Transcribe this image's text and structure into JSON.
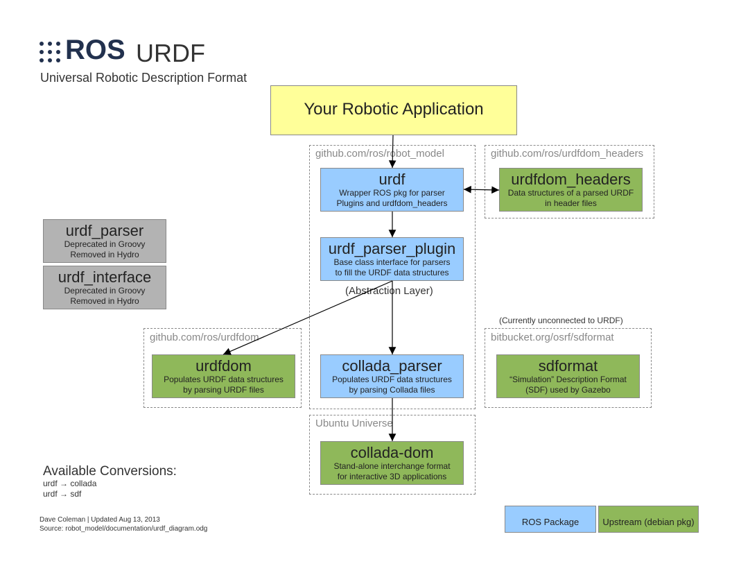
{
  "header": {
    "logo_text": "ROS",
    "title": "URDF",
    "subtitle": "Universal Robotic Description Format"
  },
  "regions": {
    "robot_model": "github.com/ros/robot_model",
    "urdfdom_headers": "github.com/ros/urdfdom_headers",
    "urdfdom": "github.com/ros/urdfdom",
    "sdformat": "bitbucket.org/osrf/sdformat",
    "ubuntu": "Ubuntu Universe"
  },
  "boxes": {
    "app": {
      "name": "Your Robotic Application"
    },
    "urdf": {
      "name": "urdf",
      "desc1": "Wrapper ROS pkg for parser",
      "desc2": "Plugins and urdfdom_headers"
    },
    "urdfdom_headers": {
      "name": "urdfdom_headers",
      "desc1": "Data structures of a parsed URDF",
      "desc2": "in header files"
    },
    "urdf_parser_plugin": {
      "name": "urdf_parser_plugin",
      "desc1": "Base class interface for parsers",
      "desc2": "to fill the URDF data structures"
    },
    "urdf_parser": {
      "name": "urdf_parser",
      "desc1": "Deprecated in Groovy",
      "desc2": "Removed in Hydro"
    },
    "urdf_interface": {
      "name": "urdf_interface",
      "desc1": "Deprecated in Groovy",
      "desc2": "Removed in Hydro"
    },
    "urdfdom": {
      "name": "urdfdom",
      "desc1": "Populates URDF data structures",
      "desc2": "by parsing URDF files"
    },
    "collada_parser": {
      "name": "collada_parser",
      "desc1": "Populates URDF data structures",
      "desc2": "by parsing Collada files"
    },
    "sdformat": {
      "name": "sdformat",
      "desc1": "“Simulation” Description Format",
      "desc2": "(SDF) used by Gazebo"
    },
    "collada_dom": {
      "name": "collada-dom",
      "desc1": "Stand-alone interchange format",
      "desc2": "for interactive 3D applications"
    }
  },
  "notes": {
    "abstraction": "(Abstraction Layer)",
    "unconnected": "(Currently unconnected to URDF)"
  },
  "conversions": {
    "title": "Available Conversions:",
    "items": [
      "urdf → collada",
      "urdf → sdf"
    ]
  },
  "footer": {
    "line1": "Dave Coleman | Updated Aug 13, 2013",
    "line2": "Source: robot_model/documentation/urdf_diagram.odg"
  },
  "legend": {
    "ros_package": "ROS Package",
    "upstream": "Upstream (debian pkg)"
  },
  "colors": {
    "ros_package": "#99ccff",
    "upstream": "#8fb85a",
    "deprecated": "#b3b3b3",
    "application": "#ffff99",
    "logo": "#22314e"
  }
}
